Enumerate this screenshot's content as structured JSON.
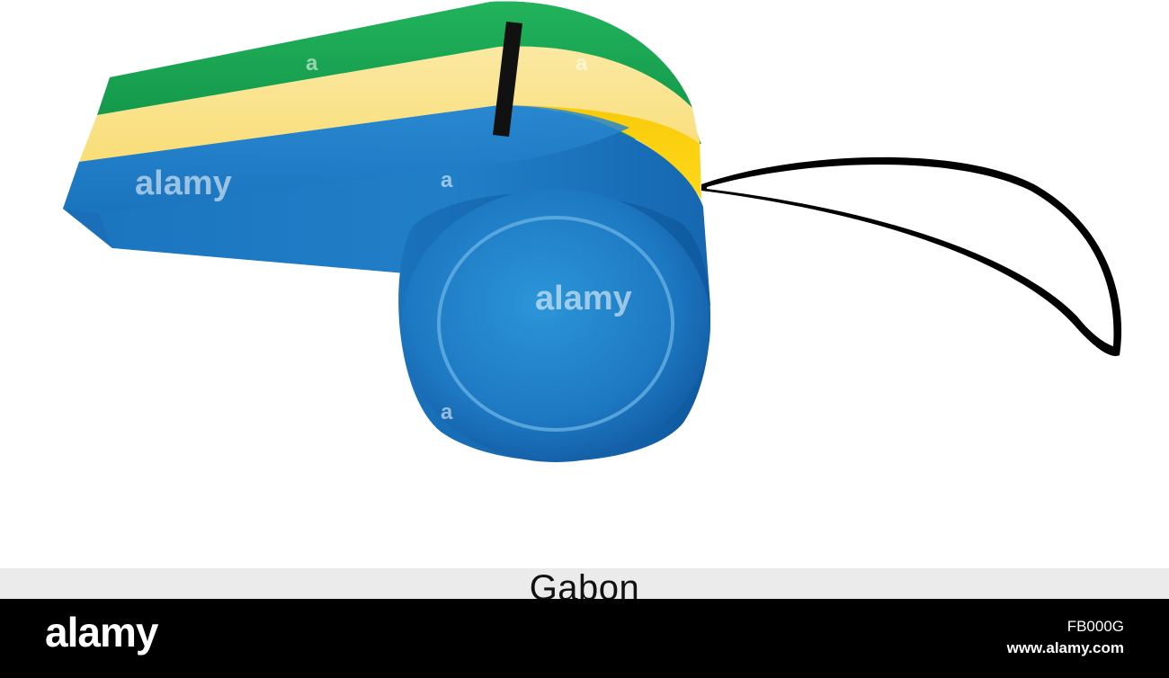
{
  "illustration": {
    "watermark": "alamy",
    "watermark_letter": "a",
    "colors": {
      "green": "#1ea554",
      "yellow": "#f7d21c",
      "blue": "#1f7ec5",
      "lanyard": "#000000"
    }
  },
  "caption": {
    "country": "Gabon"
  },
  "footer": {
    "logo": "alamy",
    "image_id": "FB000G",
    "url": "www.alamy.com"
  }
}
